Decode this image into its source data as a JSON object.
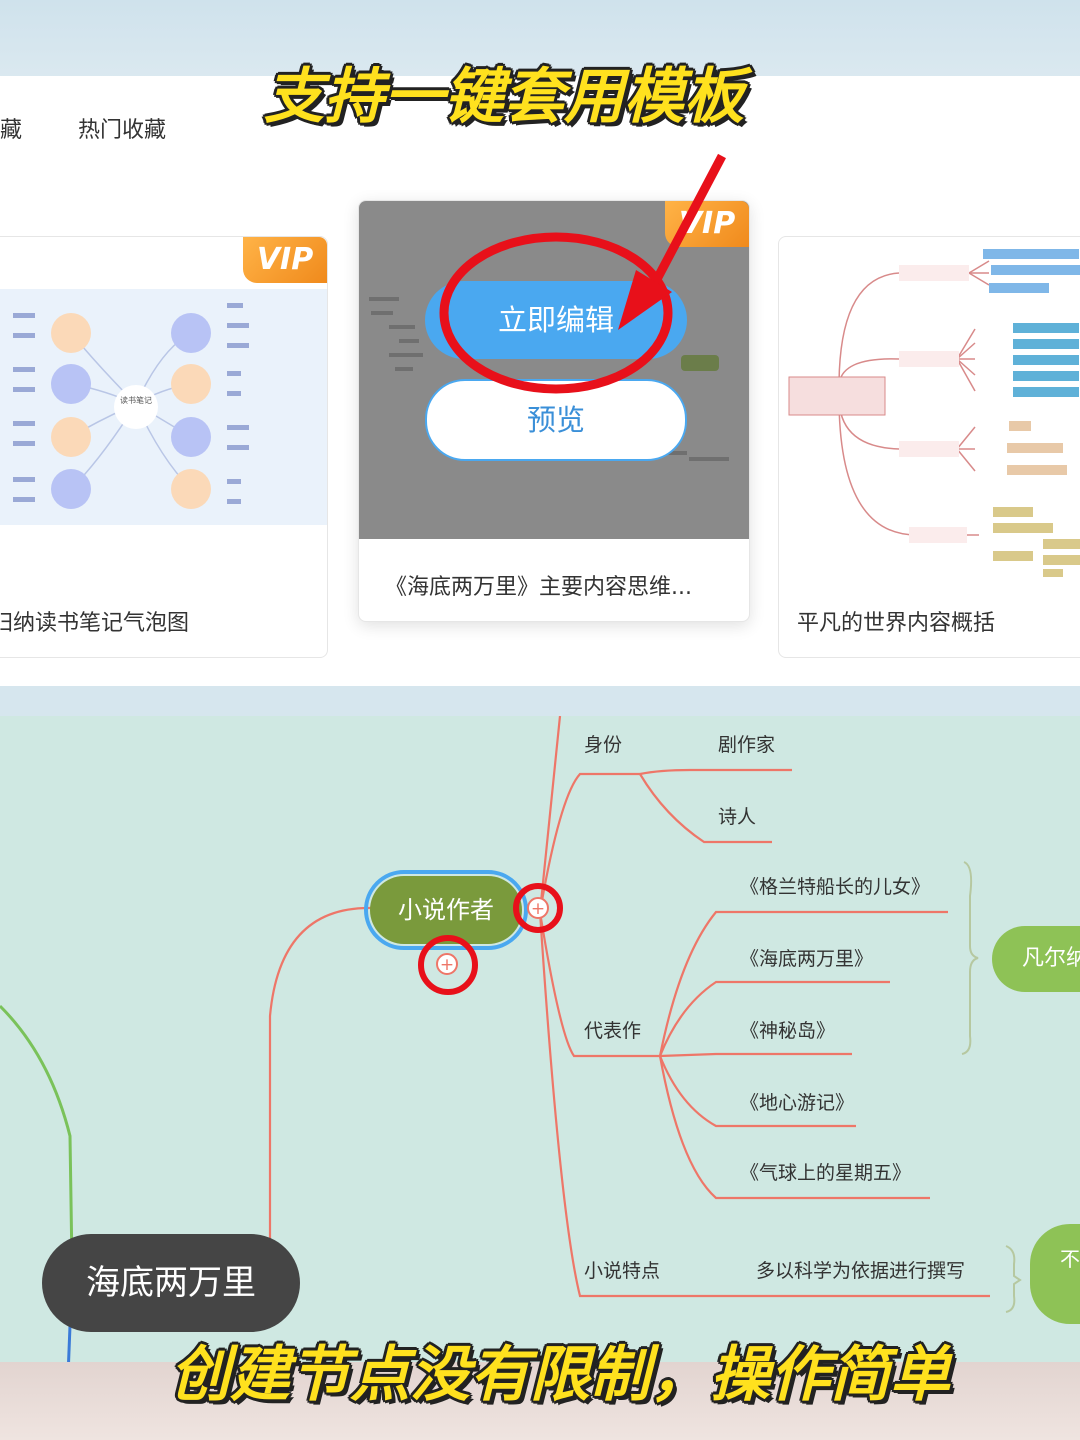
{
  "headline_top": "支持一键套用模板",
  "headline_bottom": "创建节点没有限制，操作简单",
  "tabs": [
    {
      "label": "藏"
    },
    {
      "label": "热门收藏"
    }
  ],
  "cards": {
    "left": {
      "title": "归纳读书笔记气泡图",
      "badge": "VIP",
      "center_label": "读书笔记"
    },
    "middle": {
      "title": "《海底两万里》主要内容思维...",
      "badge": "VIP"
    },
    "right": {
      "title": "平凡的世界内容概括"
    }
  },
  "buttons": {
    "edit_now": "立即编辑",
    "preview": "预览"
  },
  "mindmap": {
    "root": "海底两万里",
    "author_node": "小说作者",
    "identity": "身份",
    "identity_items": [
      "剧作家",
      "诗人"
    ],
    "works": "代表作",
    "works_items": [
      "《格兰特船长的儿女》",
      "《海底两万里》",
      "《神秘岛》",
      "《地心游记》",
      "《气球上的星期五》"
    ],
    "features": "小说特点",
    "features_item": "多以科学为依据进行撰写",
    "side_node_1": "凡尔纳",
    "side_node_2": "不成"
  },
  "colors": {
    "accent_blue": "#4aa8f0",
    "node_green": "#7a9a3c",
    "annotation_red": "#e8101a",
    "mindmap_bg": "#cfe8e2",
    "branch_line": "#ee7668",
    "vip_orange": "#f39a2a"
  }
}
